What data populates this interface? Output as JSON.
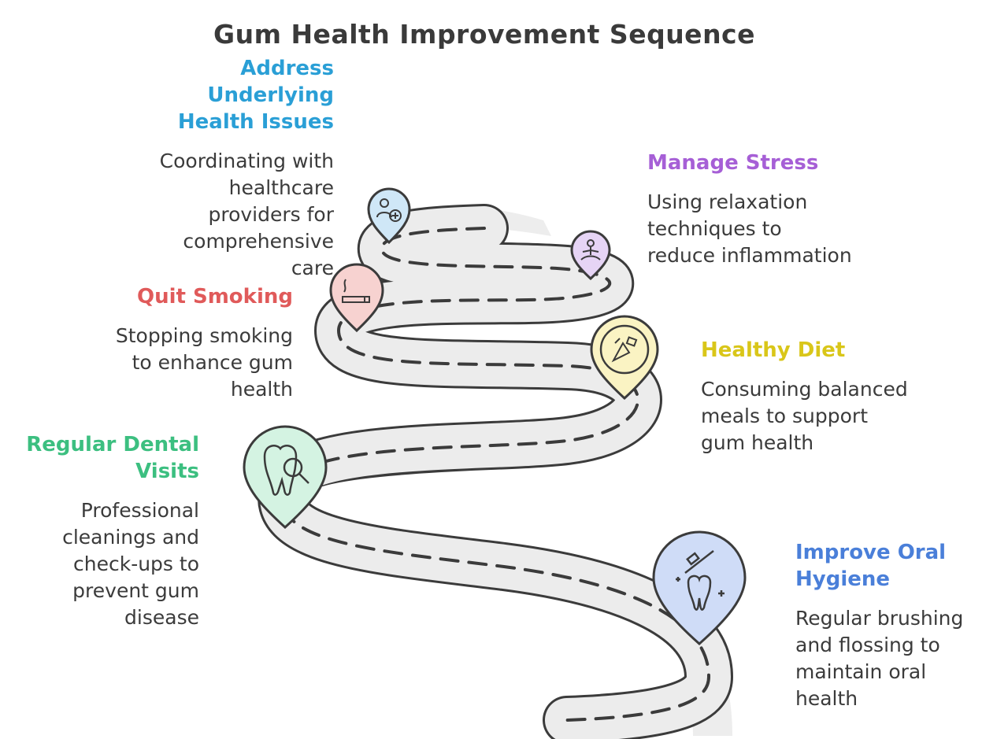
{
  "title": "Gum Health Improvement Sequence",
  "colors": {
    "oral_hygiene": "#4a7fd9",
    "dental_visits": "#3cbf80",
    "healthy_diet": "#d9c619",
    "quit_smoking": "#e05a5a",
    "manage_stress": "#a65fd6",
    "health_issues": "#2a9fd6"
  },
  "steps": [
    {
      "key": "health_issues",
      "icon": "doctor-icon",
      "heading": [
        "Address",
        "Underlying",
        "Health Issues"
      ],
      "desc": [
        "Coordinating with",
        "healthcare",
        "providers for",
        "comprehensive",
        "care"
      ]
    },
    {
      "key": "manage_stress",
      "icon": "meditation-icon",
      "heading": [
        "Manage Stress"
      ],
      "desc": [
        "Using relaxation",
        "techniques to",
        "reduce inflammation"
      ]
    },
    {
      "key": "quit_smoking",
      "icon": "cigarette-icon",
      "heading": [
        "Quit Smoking"
      ],
      "desc": [
        "Stopping smoking",
        "to enhance gum",
        "health"
      ]
    },
    {
      "key": "healthy_diet",
      "icon": "food-icon",
      "heading": [
        "Healthy Diet"
      ],
      "desc": [
        "Consuming balanced",
        "meals to support",
        "gum health"
      ]
    },
    {
      "key": "dental_visits",
      "icon": "tooth-search-icon",
      "heading": [
        "Regular Dental",
        "Visits"
      ],
      "desc": [
        "Professional",
        "cleanings and",
        "check-ups to",
        "prevent gum",
        "disease"
      ]
    },
    {
      "key": "oral_hygiene",
      "icon": "toothbrush-icon",
      "heading": [
        "Improve Oral",
        "Hygiene"
      ],
      "desc": [
        "Regular brushing",
        "and flossing to",
        "maintain oral",
        "health"
      ]
    }
  ]
}
